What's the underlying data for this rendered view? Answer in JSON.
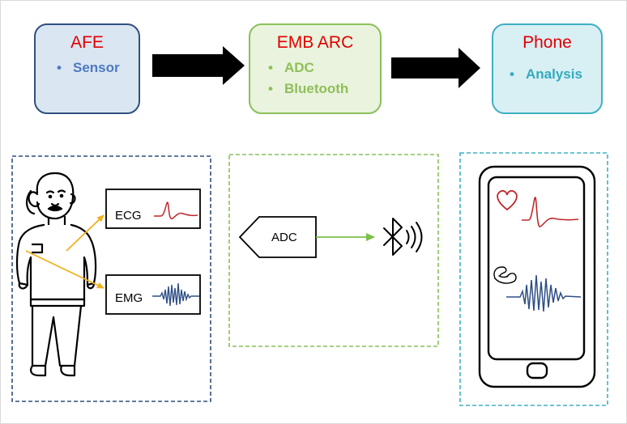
{
  "blocks": {
    "afe": {
      "title": "AFE",
      "items": [
        "Sensor"
      ]
    },
    "emb": {
      "title": "EMB ARC",
      "items": [
        "ADC",
        "Bluetooth"
      ]
    },
    "phone": {
      "title": "Phone",
      "items": [
        "Analysis"
      ]
    }
  },
  "signals": {
    "ecg": "ECG",
    "emg": "EMG",
    "adc": "ADC"
  },
  "colors": {
    "afe_border": "#2f4f7f",
    "afe_fill": "#dbe6f3",
    "emb_border": "#8ac05a",
    "emb_fill": "#e9f3dd",
    "phone_border": "#3fb0c3",
    "phone_fill": "#d8eff4",
    "title_red": "#e00000",
    "ecg_red": "#c0282c",
    "emg_blue": "#2e4f86",
    "arrow_yellow": "#f2b01e",
    "link_green": "#7cc04a"
  }
}
